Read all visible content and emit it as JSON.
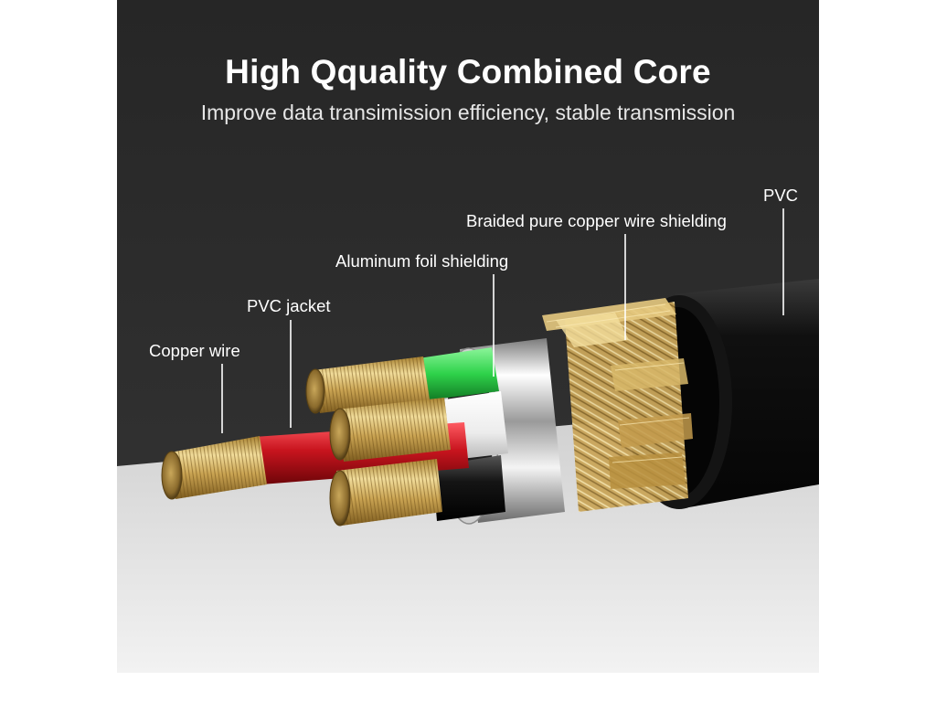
{
  "heading": {
    "title": "High Qquality Combined Core",
    "subtitle": "Improve data transimission efficiency, stable transmission"
  },
  "callouts": {
    "pvc": "PVC",
    "braided_shielding": "Braided pure copper wire shielding",
    "aluminum_foil": "Aluminum foil shielding",
    "pvc_jacket": "PVC jacket",
    "copper_wire": "Copper wire"
  },
  "colors": {
    "background_dark": "#2a2a2a",
    "floor": "#e8e8e8",
    "outer_jacket": "#0c0c0c",
    "copper": "#d8b86a",
    "red_insulation": "#c8141e",
    "green_insulation": "#2ed24a",
    "white_insulation": "#f2f2f2",
    "foil": "#d8d8d8"
  }
}
